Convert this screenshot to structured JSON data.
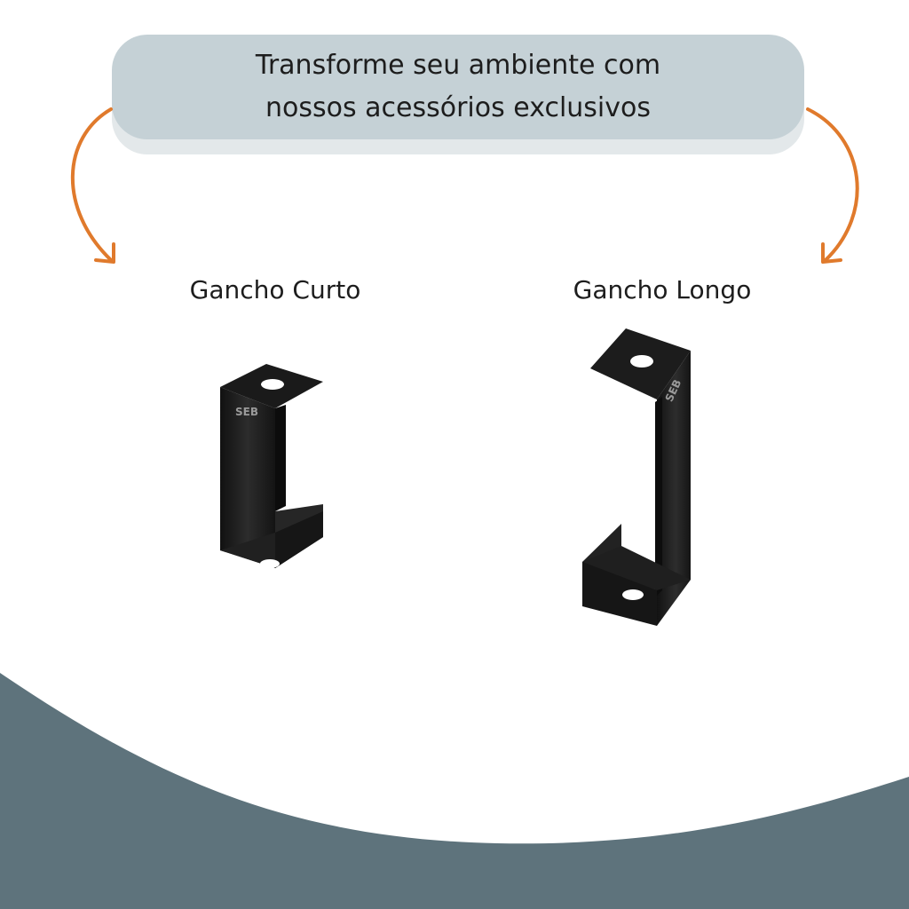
{
  "banner": {
    "line1": "Transforme seu ambiente com",
    "line2": "nossos acessórios exclusivos"
  },
  "products": [
    {
      "label": "Gancho Curto",
      "stamp": "SEB"
    },
    {
      "label": "Gancho Longo",
      "stamp": "SEB"
    }
  ],
  "colors": {
    "banner": "#c5d1d6",
    "banner_shadow": "#e3e8ea",
    "arrow": "#e07a2c",
    "wave": "#5e737c",
    "hook": "#1f1f1f"
  },
  "icons": [
    "curved-arrow-left-icon",
    "curved-arrow-right-icon"
  ]
}
